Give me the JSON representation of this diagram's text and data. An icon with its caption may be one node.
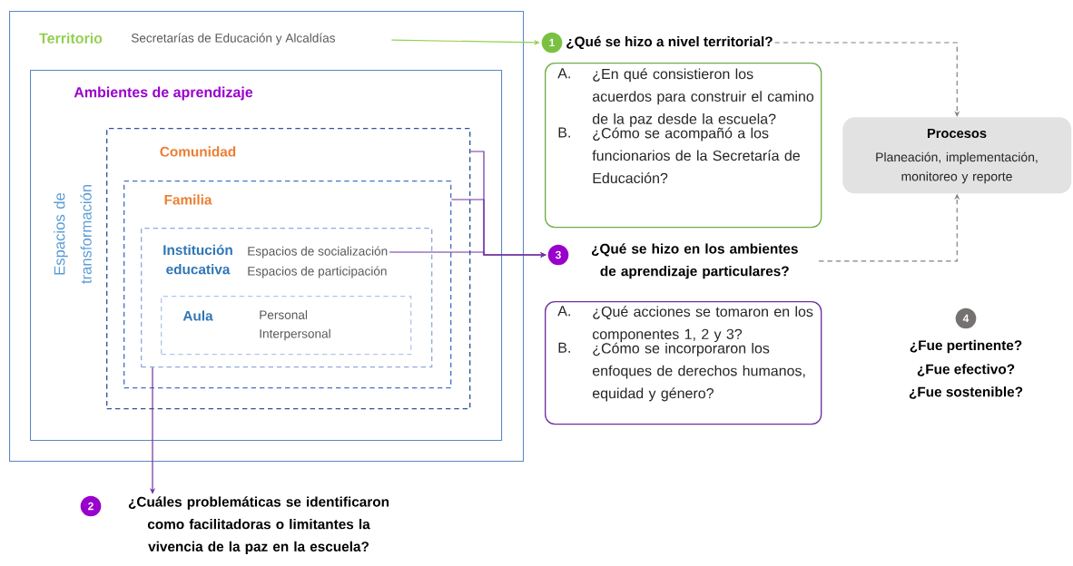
{
  "diagram": {
    "nodes": [
      {
        "text": [
          "Territorio"
        ]
      },
      {
        "text": [
          "Secretarías de Educación y Alcaldías"
        ],
        "in": 0
      },
      {
        "text": [
          "Ambientes de aprendizaje"
        ],
        "in": 0
      },
      {
        "text": [
          "Comunidad"
        ],
        "in": 2
      },
      {
        "text": [
          "Familia"
        ],
        "in": 3
      },
      {
        "text": [
          "Institución educativa"
        ],
        "in": 4
      },
      {
        "text": [
          "Espacios de socialización",
          "Espacios de participación"
        ],
        "in": 5
      },
      {
        "text": [
          "Aula",
          "Personal",
          "Interpersonal"
        ],
        "in": 5
      },
      {
        "text": [
          "1",
          "¿Qué se hizo a nivel territorial?"
        ]
      },
      {
        "text": [
          "A.",
          "¿En qué consistieron los acuerdos para construir el camino de la paz desde la escuela?",
          "B.",
          "¿Cómo se acompañó a los funcionarios de la Secretaría de Educación?"
        ]
      },
      {
        "text": [
          "Procesos",
          "Planeación, implementación, monitoreo y reporte"
        ]
      },
      {
        "text": [
          "3",
          "¿Qué se hizo en los ambientes de aprendizaje particulares?"
        ]
      },
      {
        "text": [
          "A.",
          "¿Qué acciones se tomaron en los componentes 1, 2 y 3?",
          "B.",
          "¿Cómo se incorporaron los enfoques de derechos humanos, equidad y género?"
        ]
      },
      {
        "text": [
          "4",
          "¿Fue pertinente?",
          "¿Fue efectivo?",
          "¿Fue sostenible?"
        ]
      },
      {
        "text": [
          "2",
          "¿Cuáles problemáticas se identificaron como facilitadoras o limitantes la vivencia de la paz en la escuela?"
        ]
      }
    ],
    "edges": [
      {
        "from": 1,
        "to": 8,
        "arrow": "to",
        "color": "#92d050"
      },
      {
        "from": 3,
        "to": 11,
        "arrow": "to",
        "color": "#7030a0"
      },
      {
        "from": 4,
        "to": 11,
        "arrow": "to",
        "color": "#7030a0"
      },
      {
        "from": 6,
        "to": 11,
        "arrow": "to",
        "color": "#7030a0"
      },
      {
        "from": 5,
        "to": 14,
        "arrow": "to",
        "color": "#7030a0"
      },
      {
        "from": 8,
        "to": 10,
        "arrow": "to",
        "style": "dashed",
        "color": "#808080"
      },
      {
        "from": 11,
        "to": 10,
        "arrow": "to",
        "style": "dashed",
        "color": "#808080"
      }
    ],
    "labels": [
      "Espacios de transformación"
    ]
  }
}
